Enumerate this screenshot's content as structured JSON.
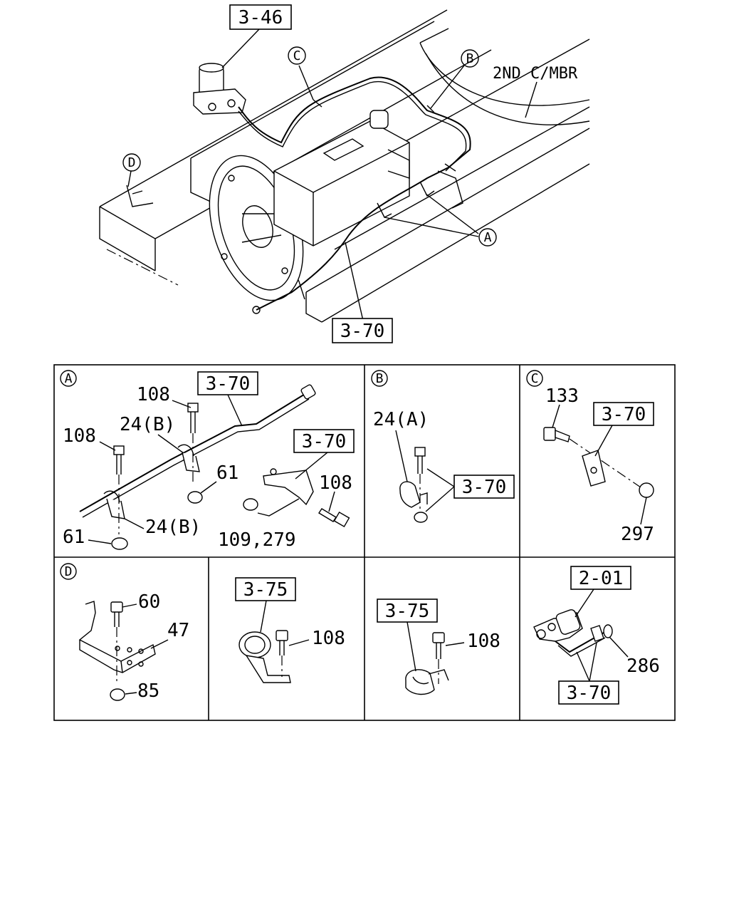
{
  "overview": {
    "ref_top": "3-46",
    "ref_bottom": "3-70",
    "crossmember_label": "2ND C/MBR",
    "callout_a": "A",
    "callout_b": "B",
    "callout_c": "C",
    "callout_d": "D"
  },
  "panels": {
    "a": {
      "letter": "A",
      "ref_pipe": "3-70",
      "ref_bracket": "3-70",
      "bolt_top": "108",
      "bolt_left": "108",
      "bolt_bracket": "108",
      "clip_upper": "24(B)",
      "clip_lower": "24(B)",
      "nut_upper": "61",
      "nut_lower": "61",
      "washer": "109,279"
    },
    "b": {
      "letter": "B",
      "clip": "24(A)",
      "ref": "3-70"
    },
    "c": {
      "letter": "C",
      "bolt": "133",
      "ref": "3-70",
      "nut": "297"
    },
    "d": {
      "letter": "D",
      "bolt": "60",
      "bracket": "47",
      "nut": "85"
    },
    "e": {
      "ref": "3-75",
      "bolt": "108"
    },
    "f": {
      "ref": "3-75",
      "bolt": "108"
    },
    "g": {
      "ref_top": "2-01",
      "ref_bottom": "3-70",
      "clip": "286"
    }
  }
}
